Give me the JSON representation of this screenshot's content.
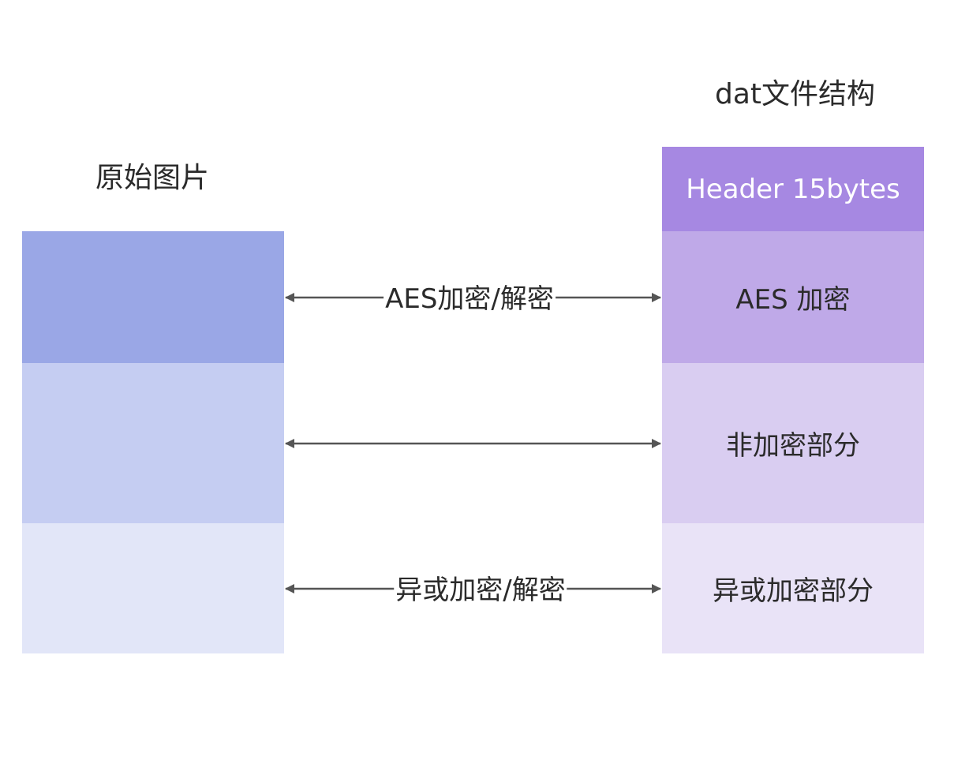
{
  "left_column": {
    "title": "原始图片",
    "blocks": [
      {
        "label": "",
        "color": "#9aa7e6"
      },
      {
        "label": "",
        "color": "#c5cdf2"
      },
      {
        "label": "",
        "color": "#e2e6f8"
      }
    ]
  },
  "right_column": {
    "title": "dat文件结构",
    "blocks": [
      {
        "label": "Header 15bytes",
        "color": "#a688e2",
        "text_color": "#ffffff"
      },
      {
        "label": "AES 加密",
        "color": "#bfa9e8",
        "text_color": "#2b2b2b"
      },
      {
        "label": "非加密部分",
        "color": "#d9cdf1",
        "text_color": "#2b2b2b"
      },
      {
        "label": "异或加密部分",
        "color": "#e9e3f7",
        "text_color": "#2b2b2b"
      }
    ]
  },
  "connectors": [
    {
      "label": "AES加密/解密"
    },
    {
      "label": ""
    },
    {
      "label": "异或加密/解密"
    }
  ],
  "colors": {
    "arrow": "#555555"
  }
}
